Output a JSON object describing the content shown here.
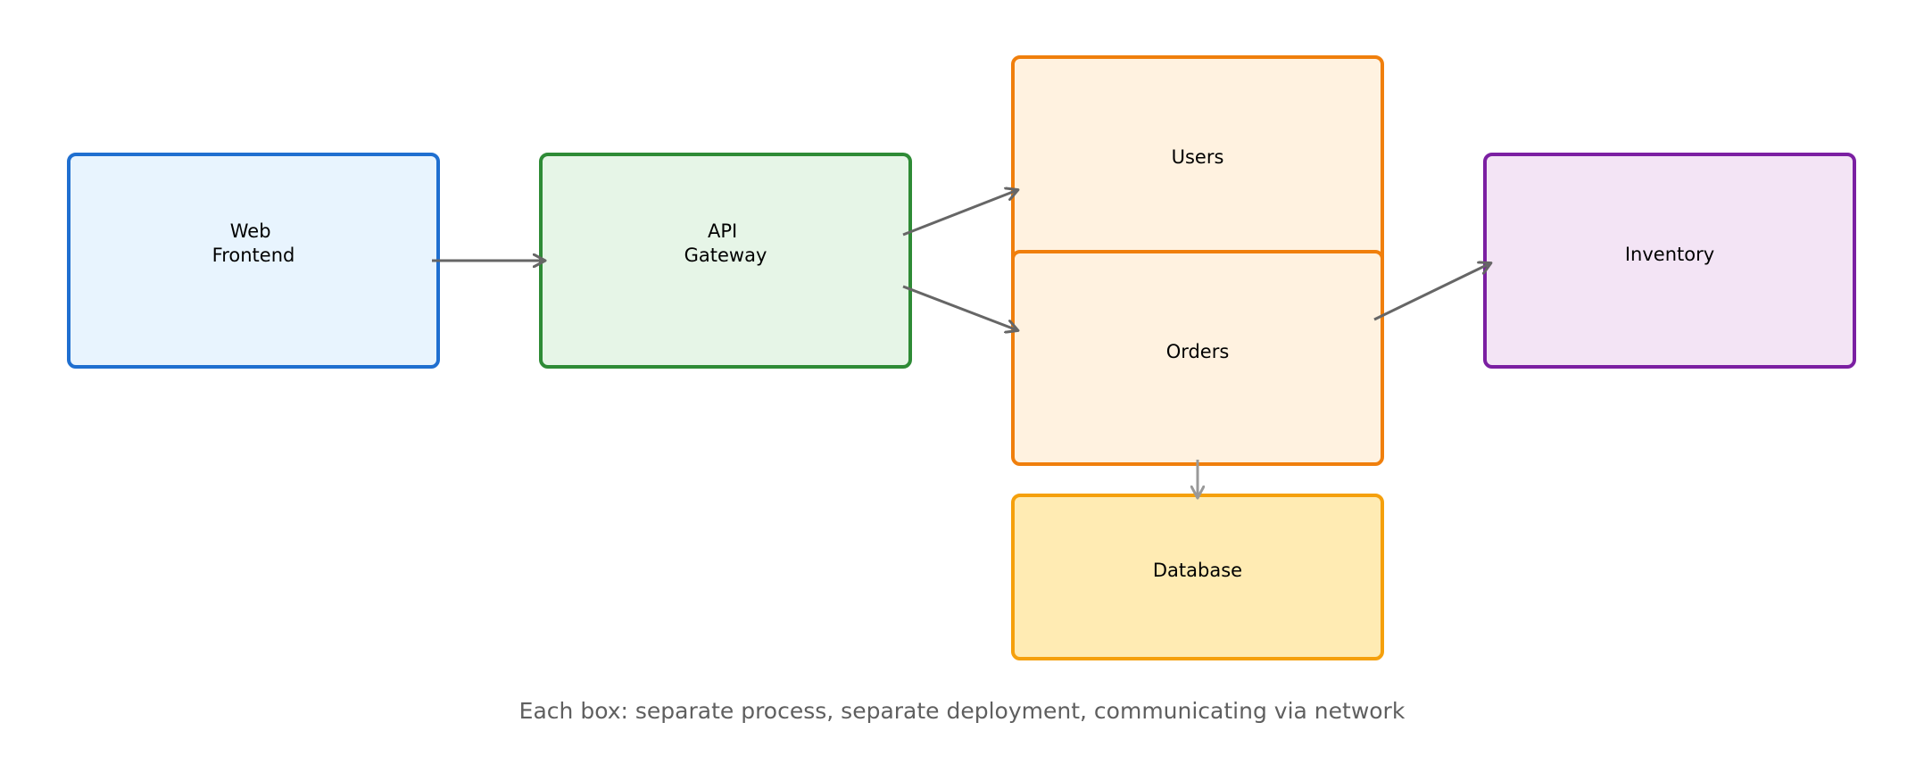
{
  "nodes": {
    "web_frontend": {
      "label_line1": "Web",
      "label_line2": "Frontend",
      "fill": "#e8f4fe",
      "stroke": "#1f6fd0"
    },
    "api_gateway": {
      "label_line1": "API",
      "label_line2": "Gateway",
      "fill": "#e6f5e7",
      "stroke": "#2e8b36"
    },
    "users": {
      "label": "Users",
      "fill": "#fff2e0",
      "stroke": "#f07f0c"
    },
    "orders": {
      "label": "Orders",
      "fill": "#fff2e0",
      "stroke": "#f07f0c"
    },
    "inventory": {
      "label": "Inventory",
      "fill": "#f3e4f5",
      "stroke": "#7b1fa2"
    },
    "database": {
      "label": "Database",
      "fill": "#ffebb3",
      "stroke": "#f5a00c"
    }
  },
  "edges": [
    {
      "from": "Web Frontend",
      "to": "API Gateway"
    },
    {
      "from": "API Gateway",
      "to": "Users"
    },
    {
      "from": "API Gateway",
      "to": "Orders"
    },
    {
      "from": "Orders",
      "to": "Inventory"
    },
    {
      "from": "Orders",
      "to": "Database"
    }
  ],
  "colors": {
    "arrow": "#666666",
    "arrow_light": "#999999",
    "caption": "#5f5f5f"
  },
  "caption": "Each box: separate process, separate deployment, communicating via network"
}
